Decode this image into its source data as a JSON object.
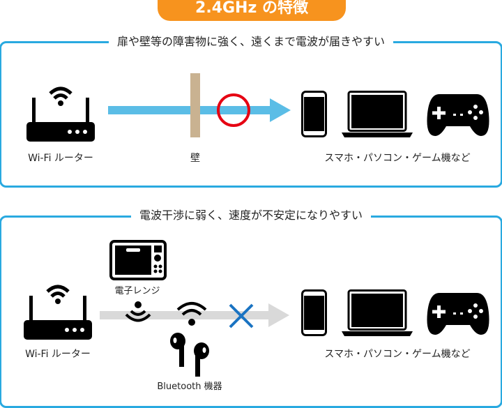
{
  "header": {
    "title": "2.4GHz の特徴"
  },
  "section1": {
    "title": "扉や壁等の障害物に強く、遠くまで電波が届きやすい",
    "router_label": "Wi-Fi ルーター",
    "wall_label": "壁",
    "devices_label": "スマホ・パソコン・ゲーム機など"
  },
  "section2": {
    "title": "電波干渉に弱く、速度が不安定になりやすい",
    "router_label": "Wi-Fi ルーター",
    "microwave_label": "電子レンジ",
    "bluetooth_label": "Bluetooth 機器",
    "devices_label": "スマホ・パソコン・ゲーム機など"
  },
  "colors": {
    "accent": "#f7931e",
    "border": "#29a9e0",
    "arrow_blue": "#5bbde6",
    "wall": "#c9b291",
    "red": "#e60012",
    "x_blue": "#1a73c2"
  }
}
